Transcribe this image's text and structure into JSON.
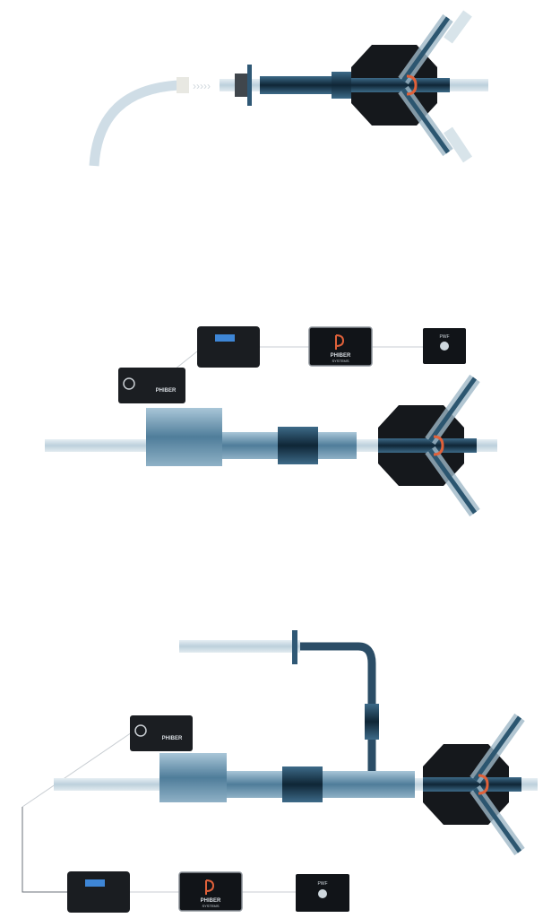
{
  "brand": {
    "name": "PHIBER",
    "sub": "SYSTEMS"
  },
  "pwf_panel": {
    "label": "PWF"
  },
  "colors": {
    "pipe": "#d4e2ea",
    "pipe_dark": "#2b4d66",
    "body_blue": "#7fa6c0",
    "device_black": "#111418",
    "accent": "#e0613a",
    "lcd": "#3e86d6",
    "line": "#c9ced3"
  }
}
